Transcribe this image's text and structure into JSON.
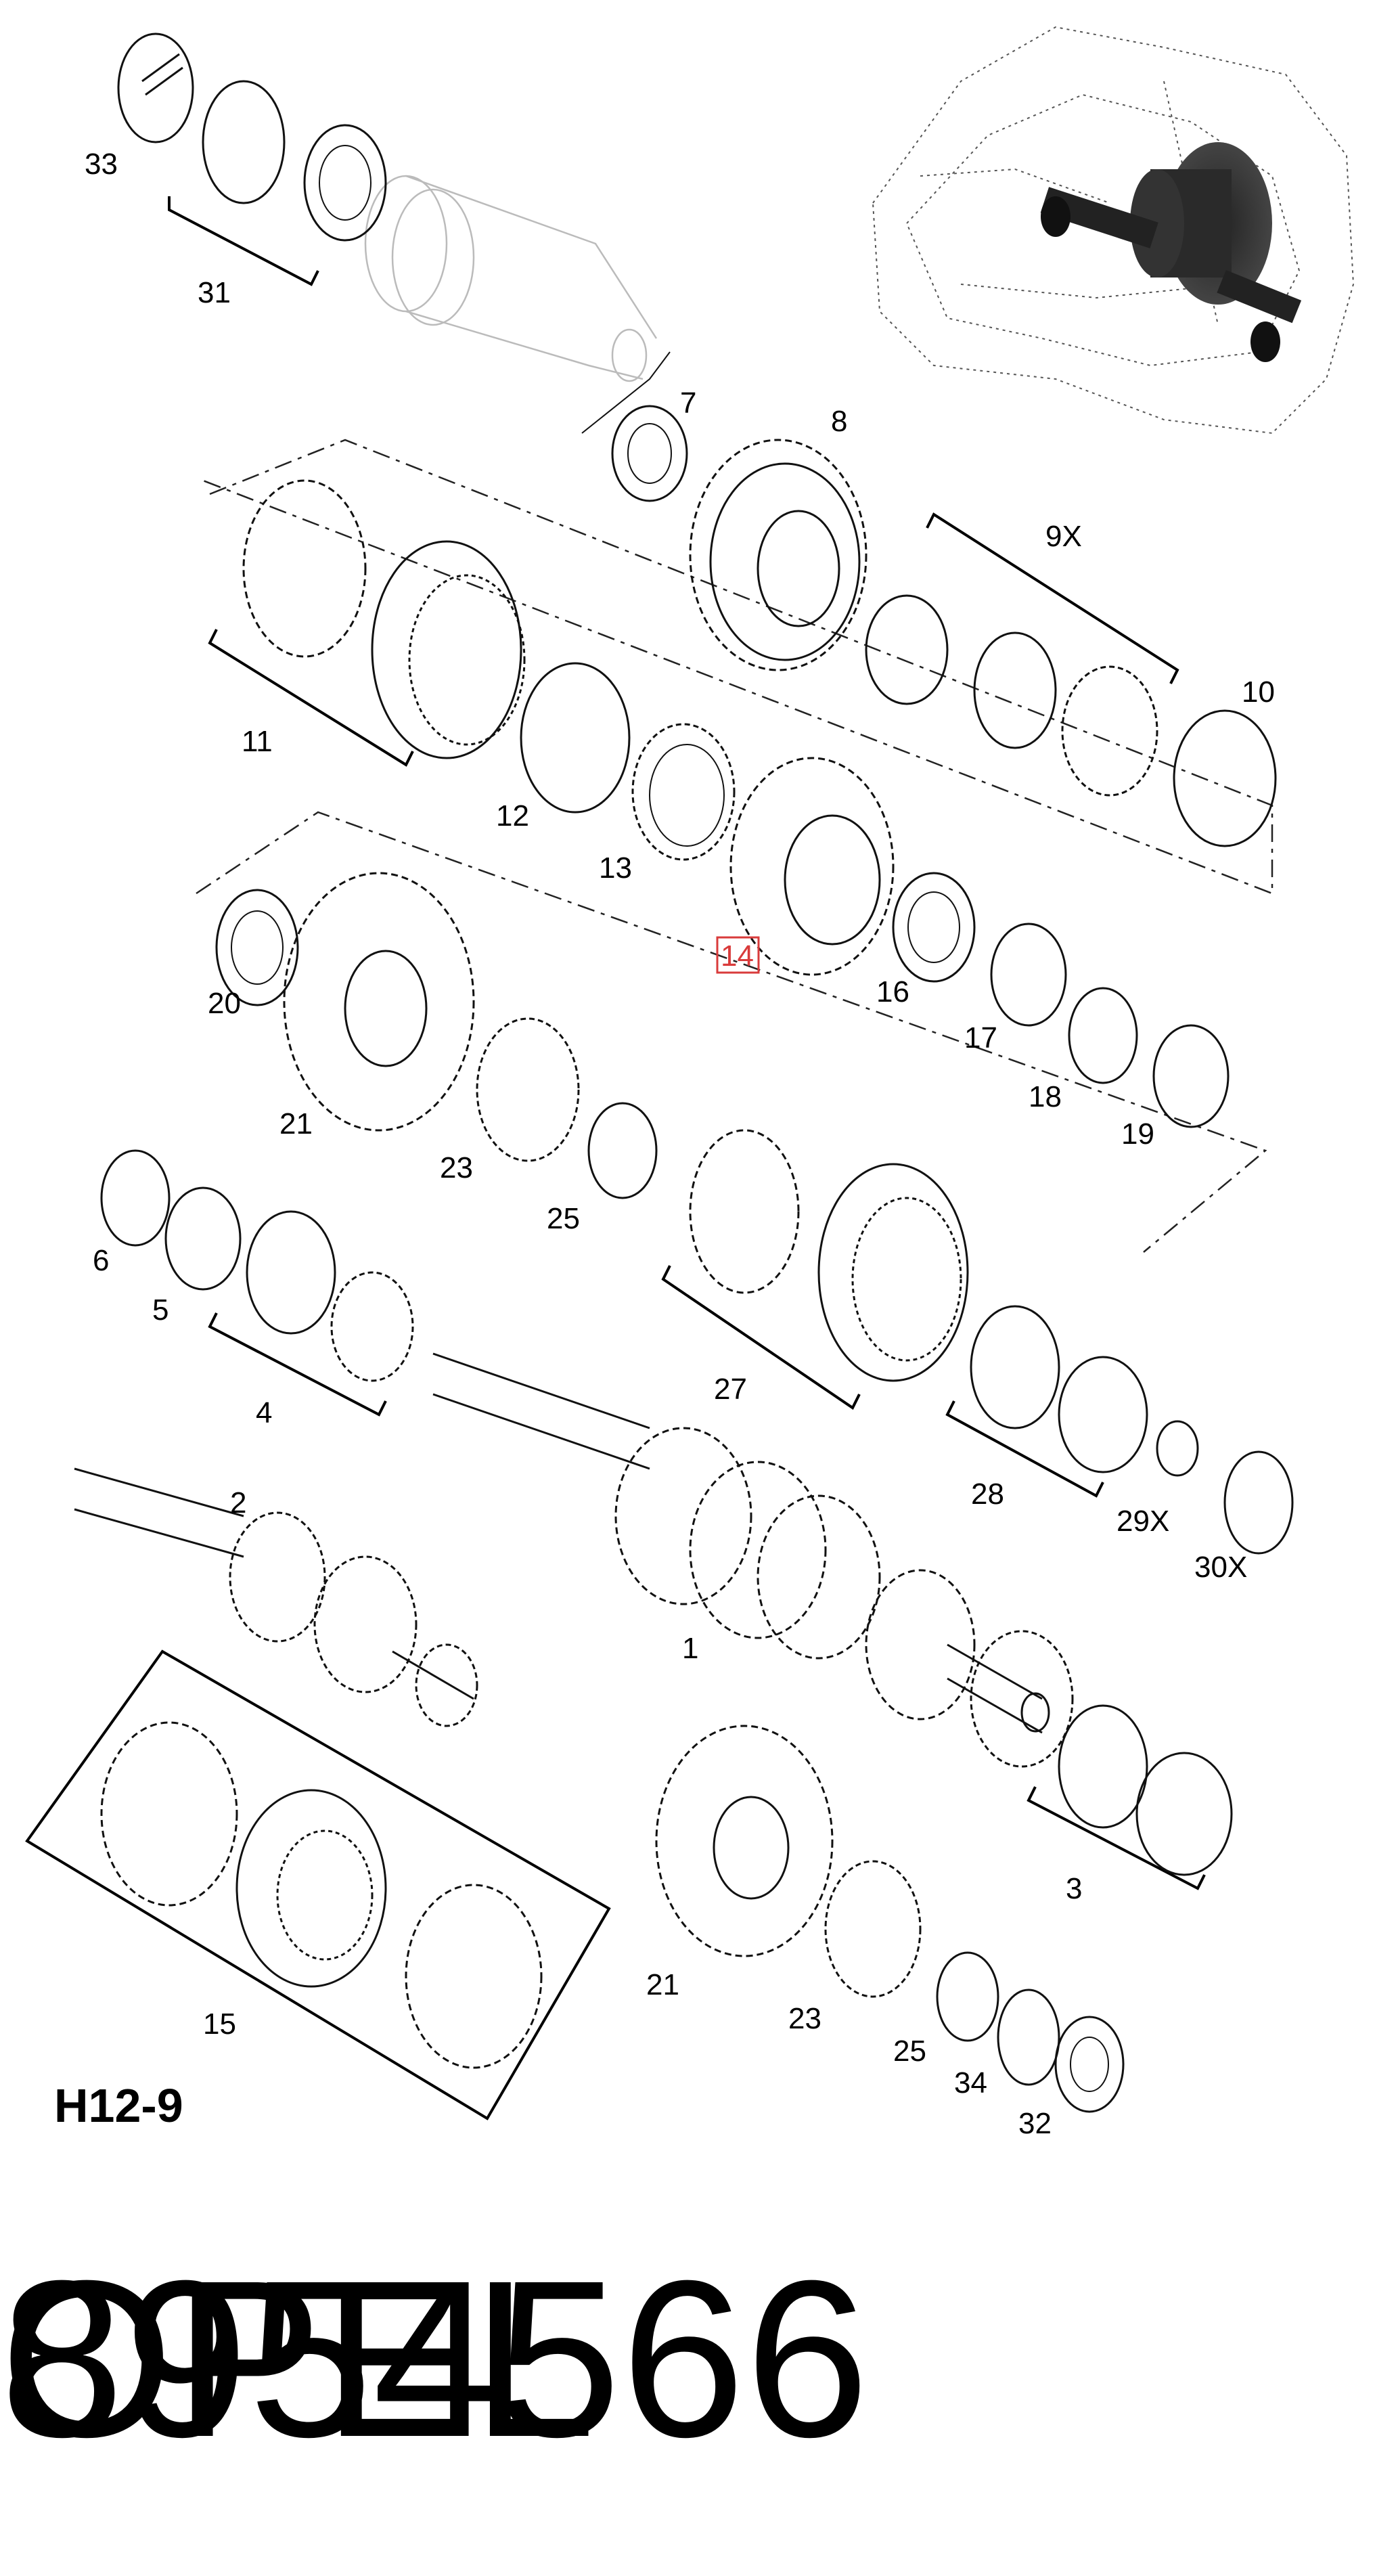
{
  "diagram": {
    "code": "H12-9",
    "highlighted_label": "14",
    "labels": [
      "33",
      "31",
      "7",
      "8",
      "9X",
      "10",
      "11",
      "12",
      "13",
      "14",
      "16",
      "17",
      "18",
      "19",
      "20",
      "21",
      "23",
      "25",
      "6",
      "5",
      "4",
      "27",
      "28",
      "29X",
      "30X",
      "2",
      "1",
      "3",
      "15",
      "21",
      "23",
      "25",
      "34",
      "32"
    ]
  },
  "footer": {
    "part_number": "8954566",
    "brand": "OPEL"
  },
  "colors": {
    "ink": "#000000",
    "highlight": "#d93b3b",
    "ghost": "#bbbbbb"
  }
}
